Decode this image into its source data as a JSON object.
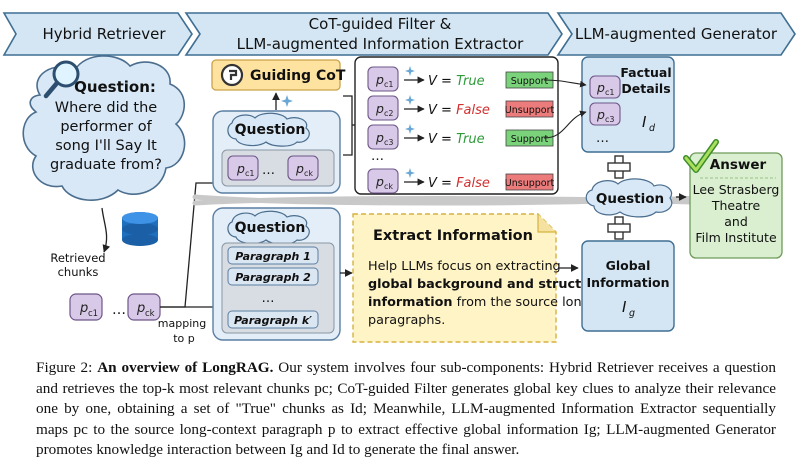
{
  "banner": {
    "retriever": "Hybrid Retriever",
    "filter_line1": "CoT-guided Filter &",
    "filter_line2": "LLM-augmented Information Extractor",
    "generator": "LLM-augmented Generator"
  },
  "question_cloud": {
    "label": "Question:",
    "lines": [
      "Where did the",
      "performer of",
      "song I'll Say It",
      "graduate from?"
    ]
  },
  "retrieved": {
    "label_line1": "Retrieved",
    "label_line2": "chunks",
    "chunk_first": "p",
    "chunk_first_sub": "c1",
    "ellipsis": "…",
    "chunk_last": "p",
    "chunk_last_sub": "ck",
    "mapping_line1": "mapping",
    "mapping_line2": "to p"
  },
  "filter": {
    "guiding_cot": "Guiding CoT",
    "question": "Question",
    "chunk_first": "p",
    "chunk_first_sub": "c1",
    "chunk_last": "p",
    "chunk_last_sub": "ck",
    "ellipsis": "…",
    "rows": [
      {
        "chunk": "p",
        "sub": "c1",
        "verdict_prefix": "V = ",
        "verdict": "True",
        "tag": "Support",
        "support": true
      },
      {
        "chunk": "p",
        "sub": "c2",
        "verdict_prefix": "V = ",
        "verdict": "False",
        "tag": "Unsupport",
        "support": false
      },
      {
        "chunk": "p",
        "sub": "c3",
        "verdict_prefix": "V = ",
        "verdict": "True",
        "tag": "Support",
        "support": true
      },
      {
        "chunk": "p",
        "sub": "ck",
        "verdict_prefix": "V = ",
        "verdict": "False",
        "tag": "Unsupport",
        "support": false
      }
    ],
    "row_ellipsis": "…"
  },
  "extractor": {
    "question": "Question",
    "paragraphs": [
      "Paragraph 1",
      "Paragraph 2",
      "…",
      "Paragraph k′"
    ],
    "extract_title": "Extract Information",
    "extract_line1": "Help LLMs focus on extracting",
    "extract_bold1": "global background and structural",
    "extract_bold2": "information",
    "extract_rest2": " from the source long",
    "extract_line4": "paragraphs."
  },
  "generator": {
    "factual_line1": "Factual",
    "factual_line2": "Details",
    "factual_chunks": [
      {
        "chunk": "p",
        "sub": "c1"
      },
      {
        "chunk": "p",
        "sub": "c3"
      }
    ],
    "factual_ellipsis": "…",
    "factual_symbol": "I",
    "factual_symbol_sub": "d",
    "question": "Question",
    "global_line1": "Global",
    "global_line2": "Information",
    "global_symbol": "I",
    "global_symbol_sub": "g",
    "plus": "+"
  },
  "answer": {
    "title": "Answer",
    "lines": [
      "Lee Strasberg",
      "Theatre",
      "and",
      "Film Institute"
    ]
  },
  "caption": {
    "prefix": "Figure 2: ",
    "title": "An overview of LongRAG.",
    "body": " Our system involves four sub-components: Hybrid Retriever receives a question and retrieves the top-k most relevant chunks pc; CoT-guided Filter generates global key clues to analyze their relevance one by one, obtaining a set of \"True\" chunks as Id; Meanwhile, LLM-augmented Information Extractor sequentially maps pc to the source long-context paragraph p to extract effective global information Ig; LLM-augmented Generator promotes knowledge interaction between Ig and Id to generate the final answer."
  },
  "colors": {
    "banner_fill": "#d4e6f3",
    "banner_stroke": "#3f6f93",
    "panel_fill": "#e3eef8",
    "panel_stroke": "#5b7fa3",
    "chunk_fill": "#d9c9e8",
    "chunk_stroke": "#6d5687",
    "support_fill": "#7ad37a",
    "unsupport_fill": "#ec7b7b",
    "true_text": "#2e9a3a",
    "false_text": "#d12f2f",
    "cot_fill": "#fde2a0",
    "extract_fill": "#fff4c6",
    "answer_fill": "#d9efd0",
    "icons": [
      "magnifier-icon",
      "database-icon",
      "sparkle-icon",
      "guide-icon",
      "checkmark-icon"
    ]
  }
}
